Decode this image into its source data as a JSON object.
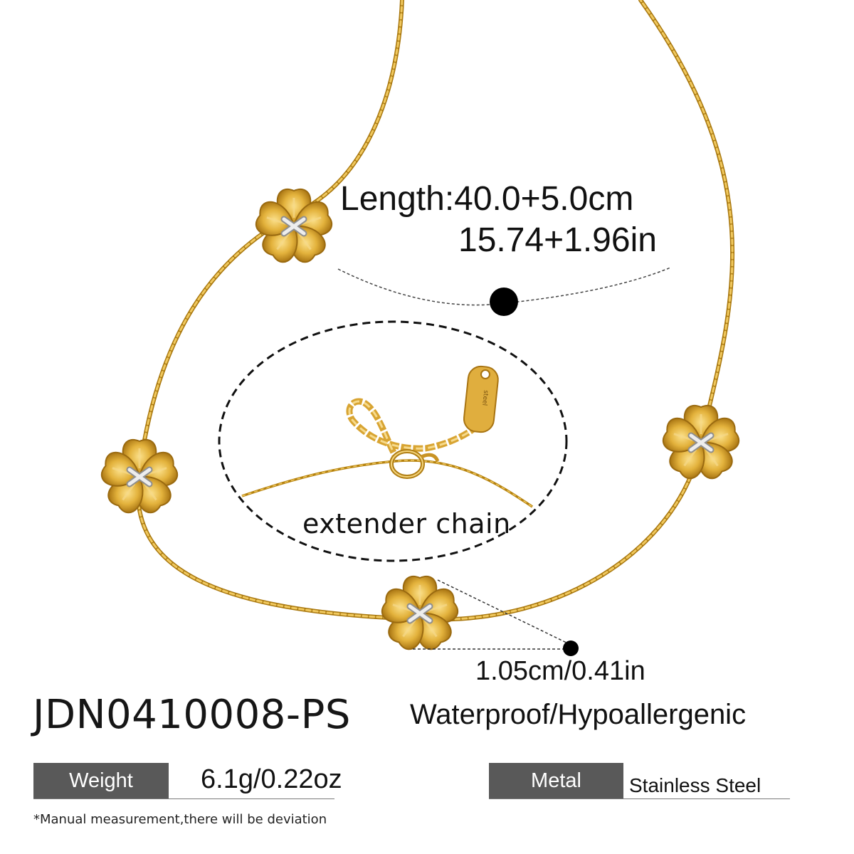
{
  "annotations": {
    "length_cm": "Length:40.0+5.0cm",
    "length_in": "15.74+1.96in",
    "extender_label": "extender chain",
    "flower_size": "1.05cm/0.41in",
    "tag_engraving": "steel"
  },
  "product": {
    "sku": "JDN0410008-PS",
    "features": "Waterproof/Hypoallergenic"
  },
  "specs": {
    "weight_label": "Weight",
    "weight_value": "6.1g/0.22oz",
    "metal_label": "Metal",
    "metal_value": "Stainless Steel"
  },
  "footnote": "*Manual measurement,there will be deviation",
  "colors": {
    "gold": "#E3B23C",
    "gold_dark": "#B07E14",
    "silver": "#D9D9D9",
    "label_bg": "#595959"
  }
}
